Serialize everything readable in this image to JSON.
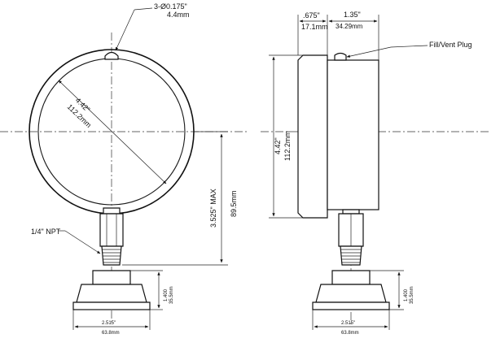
{
  "labels": {
    "holes_dia": "3-Ø0.175\"",
    "holes_mm": "4.4mm",
    "dial_dia_in": "4.42\"",
    "dial_dia_mm": "112.2mm",
    "max_height_in": "3.525\" MAX",
    "max_height_mm": "89.5mm",
    "thread": "1/4\" NPT",
    "flange_h_in": "1.400",
    "flange_h_mm": "35.5mm",
    "flange_w_in": "2.515\"",
    "flange_w_mm": "63.8mm",
    "case_depth_in": ".675\"",
    "case_depth_mm": "17.1mm",
    "overall_depth_in": "1.35\"",
    "overall_depth_mm": "34.29mm",
    "fill_plug": "Fill/Vent Plug",
    "side_dia_in": "4.42\"",
    "side_dia_mm": "112.2mm",
    "side_flange_h_in": "1.400",
    "side_flange_h_mm": "35.5mm",
    "side_flange_w_in": "2.515\"",
    "side_flange_w_mm": "63.8mm"
  }
}
